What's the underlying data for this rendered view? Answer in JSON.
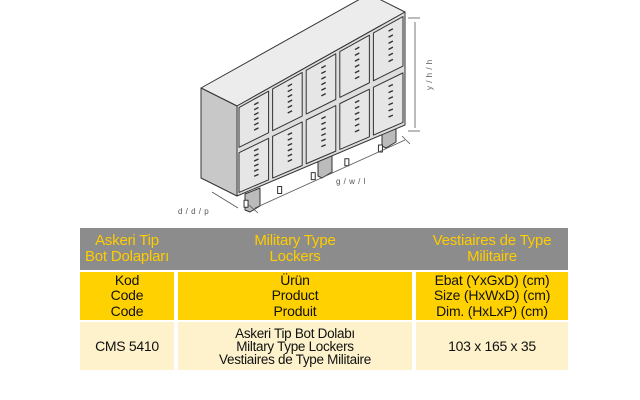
{
  "drawing": {
    "height_label": "y / h / h",
    "width_label": "g / w / l",
    "depth_label": "d / d / p"
  },
  "table": {
    "header": {
      "col1": [
        "Askeri Tip",
        "Bot Dolapları"
      ],
      "col2": [
        "Military Type",
        "Lockers"
      ],
      "col3": [
        "Vestiaires de Type",
        "Militaire"
      ]
    },
    "fields": {
      "col1": [
        "Kod",
        "Code",
        "Code"
      ],
      "col2": [
        "Ürün",
        "Product",
        "Produit"
      ],
      "col3": [
        "Ebat (YxGxD) (cm)",
        "Size (HxWxD) (cm)",
        "Dim. (HxLxP) (cm)"
      ]
    },
    "rows": [
      {
        "code": "CMS 5410",
        "product": [
          "Askeri Tip Bot Dolabı",
          "Miltary Type Lockers",
          "Vestiaires de Type Militaire"
        ],
        "size": "103 x 165 x 35"
      }
    ]
  },
  "colors": {
    "header_bg": "#8c8c8c",
    "header_text": "#ffcc00",
    "field_bg": "#ffd100",
    "data_bg": "#fdf2cc",
    "locker_body": "#dedede",
    "locker_line": "#333333"
  }
}
